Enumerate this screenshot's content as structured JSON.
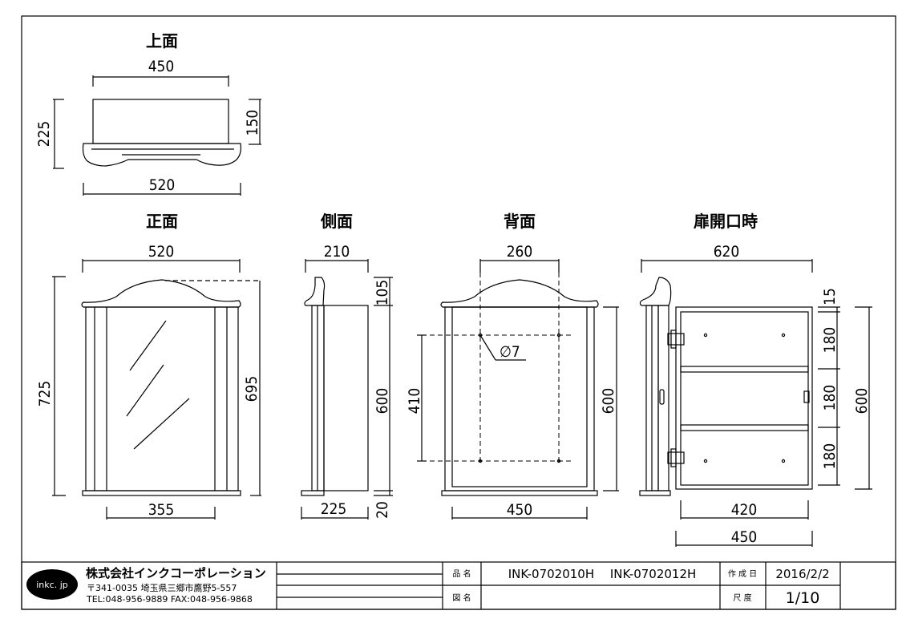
{
  "views": {
    "top": {
      "title": "上面",
      "dim_width": "450",
      "dim_base": "520",
      "dim_depth_total": "225",
      "dim_depth_body": "150"
    },
    "front": {
      "title": "正面",
      "dim_width": "520",
      "dim_height": "725",
      "dim_inner_height": "695",
      "dim_mirror_width": "355"
    },
    "side": {
      "title": "側面",
      "dim_depth": "210",
      "dim_top": "105",
      "dim_body": "600",
      "dim_bottom": "20",
      "dim_base": "225"
    },
    "back": {
      "title": "背面",
      "dim_hole_pitch_x": "260",
      "hole_label": "∅7",
      "dim_hole_pitch_y": "410",
      "dim_height": "600",
      "dim_width": "450"
    },
    "open": {
      "title": "扉開口時",
      "dim_width": "620",
      "dim_top": "15",
      "dim_shelf_1": "180",
      "dim_shelf_2": "180",
      "dim_shelf_3": "180",
      "dim_height": "600",
      "dim_inner": "420",
      "dim_outer": "450"
    }
  },
  "title_block": {
    "logo": "inkc. jp",
    "company": "株式会社インクコーポレーション",
    "address": "〒341-0035 埼玉県三郷市鷹野5-557",
    "contact": "TEL:048-956-9889  FAX:048-956-9868",
    "product_name_label": "品 名",
    "product_name": "INK-0702010H　 INK-0702012H",
    "drawing_name_label": "図 名",
    "drawing_name": "",
    "created_label": "作 成 日",
    "created_date": "2016/2/2",
    "scale_label": "尺 度",
    "scale": "1/10"
  }
}
